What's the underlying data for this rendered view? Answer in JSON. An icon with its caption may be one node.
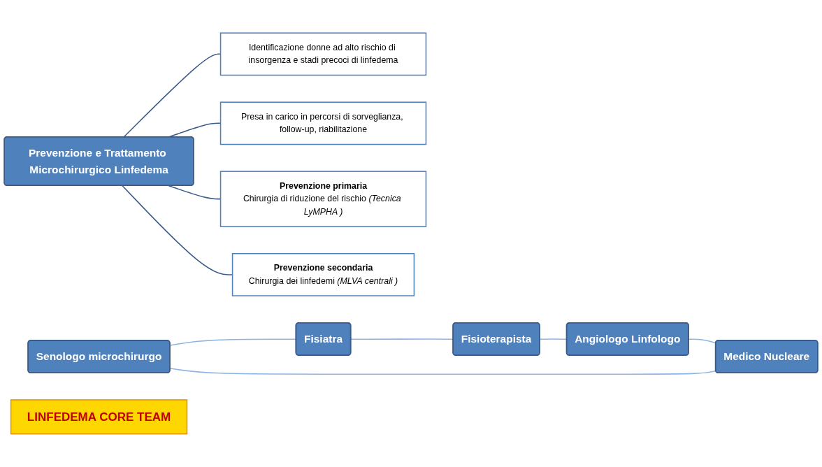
{
  "diagram": {
    "nodes": [
      {
        "text": [
          "Prevenzione e Trattamento Microchirurgico Linfedema"
        ]
      },
      {
        "text": [
          "Identificazione donne ad alto rischio di insorgenza e stadi precoci di linfedema"
        ]
      },
      {
        "text": [
          "Presa in carico in percorsi di sorveglianza, follow-up, riabilitazione"
        ]
      },
      {
        "text": [
          "Prevenzione primaria",
          "Chirurgia di riduzione del rischio *(Tecnica LyMPHA )*"
        ]
      },
      {
        "text": [
          "Prevenzione secondaria",
          "Chirurgia dei linfedemi *(MLVA centrali )*"
        ]
      },
      {
        "text": [
          "Senologo microchirurgo"
        ]
      },
      {
        "text": [
          "Fisiatra"
        ]
      },
      {
        "text": [
          "Fisioterapista"
        ]
      },
      {
        "text": [
          "Angiologo Linfologo"
        ]
      },
      {
        "text": [
          "Medico Nucleare"
        ]
      },
      {
        "text": [
          "LINFEDEMA CORE TEAM"
        ]
      }
    ],
    "edges": [
      {
        "from": 0,
        "to": 1,
        "arrow": "none",
        "color": "#3b5b8a"
      },
      {
        "from": 0,
        "to": 2,
        "arrow": "none",
        "color": "#3b5b8a"
      },
      {
        "from": 0,
        "to": 3,
        "arrow": "none",
        "color": "#3b5b8a"
      },
      {
        "from": 0,
        "to": 4,
        "arrow": "none",
        "color": "#3b5b8a"
      },
      {
        "from": 5,
        "to": 6,
        "arrow": "none"
      },
      {
        "from": 6,
        "to": 7,
        "arrow": "none"
      },
      {
        "from": 7,
        "to": 8,
        "arrow": "none"
      },
      {
        "from": 8,
        "to": 9,
        "arrow": "none"
      },
      {
        "from": 9,
        "to": 5,
        "arrow": "none"
      }
    ]
  }
}
